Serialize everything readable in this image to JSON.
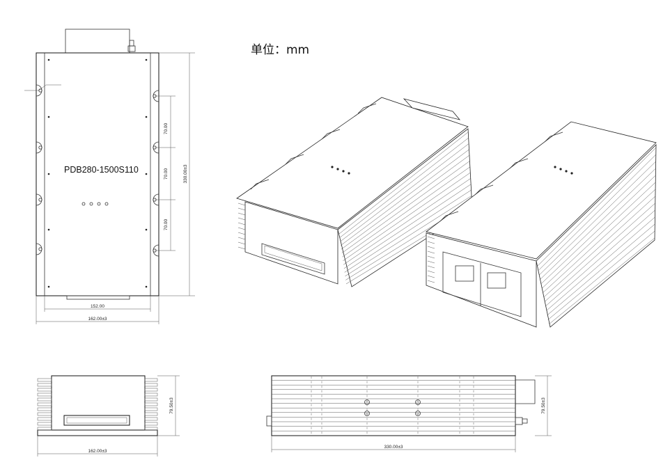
{
  "unit_label": "单位：mm",
  "model_label": "PDB280-1500S110",
  "dimensions": {
    "top_view": {
      "pitch_1": "70.00",
      "pitch_2": "70.00",
      "pitch_3": "70.00",
      "length_total": "330.00±3",
      "inner_width": "152.00",
      "outer_width": "162.00±3"
    },
    "end_view": {
      "height": "79.50±3",
      "width": "162.00±3"
    },
    "side_view": {
      "height": "79.50±3",
      "length": "330.00±3"
    }
  }
}
